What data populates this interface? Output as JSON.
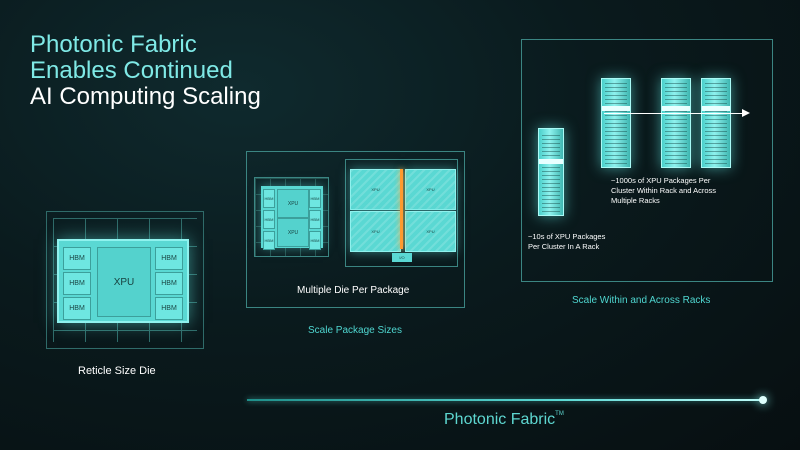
{
  "title": {
    "line1": "Photonic Fabric",
    "line2": "Enables Continued",
    "line3": "AI Computing Scaling"
  },
  "reticle": {
    "hbm_label": "HBM",
    "xpu_label": "XPU",
    "caption": "Reticle Size Die"
  },
  "package": {
    "hbm_label": "HBM",
    "xpu_label": "XPU",
    "io_label": "I/O",
    "caption": "Multiple Die Per Package",
    "section_label": "Scale Package Sizes"
  },
  "racks": {
    "multi_rack_text": "~1000s of XPU Packages Per Cluster Within Rack and Across Multiple Racks",
    "single_rack_text": "~10s of XPU Packages Per Cluster In A Rack",
    "section_label": "Scale Within and Across Racks"
  },
  "fabric": {
    "label": "Photonic Fabric",
    "tm": "TM"
  },
  "colors": {
    "accent": "#5ad8d3",
    "accent_light": "#8ff2ee",
    "fabric_orange": "#ff9a2e",
    "background": "#0a1a1d"
  }
}
